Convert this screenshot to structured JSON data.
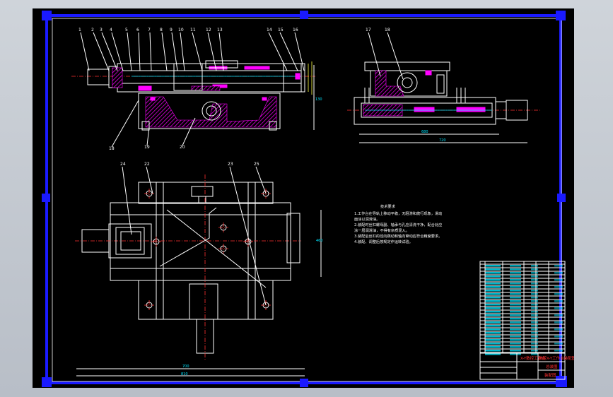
{
  "top_view_labels": [
    "1",
    "2",
    "3",
    "4",
    "5",
    "6",
    "7",
    "8",
    "9",
    "10",
    "11",
    "12",
    "13",
    "14",
    "15",
    "16"
  ],
  "top_view_bottom_labels": [
    "18",
    "19",
    "20"
  ],
  "side_view_labels": [
    "17",
    "18"
  ],
  "plan_view_labels": [
    "24",
    "22",
    "23",
    "25"
  ],
  "dimensions": {
    "side_width": "680",
    "plan_width_inner": "700",
    "plan_width_outer": "810",
    "side_total": "720"
  },
  "notes": {
    "title": "技术要求",
    "lines": [
      "1.工作台在导轨上移动平稳，无阻滞和爬行现象，滑动",
      "  面涂以润滑油。",
      "2.装配时丝杠螺母副、轴承与孔应清洗干净，配合处应",
      "  涂一层润滑油，不得有杂质混入。",
      "3.装配后丝杠的径向跳动和轴向窜动应符合精度要求。",
      "4.装配、调整后按规定作运转试验。"
    ]
  },
  "title_block": {
    "project": "X-Y数控工作台",
    "title": "数控X-Y工作台装配图",
    "subtitle": "总装图",
    "drawing_no": "装配图"
  },
  "colors": {
    "sheet": "#000000",
    "frame": "#1a1aff",
    "line": "#ffffff",
    "hatch": "#ff00ff",
    "center": "#ff3030",
    "aux": "#00e5ff"
  }
}
